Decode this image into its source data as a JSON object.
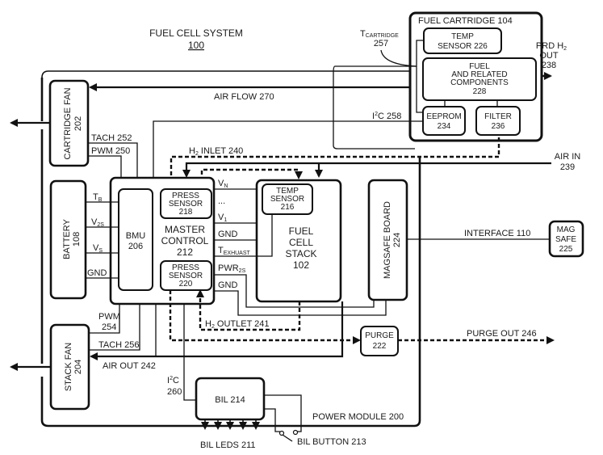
{
  "title": {
    "name": "FUEL CELL SYSTEM",
    "ref": "100"
  },
  "blocks": {
    "fuel_cartridge": {
      "label": "FUEL CARTRIDGE 104"
    },
    "temp_sensor_226": {
      "line1": "TEMP",
      "line2": "SENSOR 226"
    },
    "fuel_components": {
      "line1": "FUEL",
      "line2": "AND RELATED",
      "line3": "COMPONENTS",
      "line4": "228"
    },
    "eeprom": {
      "line1": "EEPROM",
      "line2": "234"
    },
    "filter": {
      "line1": "FILTER",
      "line2": "236"
    },
    "cartridge_fan": {
      "line1": "CARTRIDGE FAN",
      "line2": "202"
    },
    "battery": {
      "line1": "BATTERY",
      "line2": "108"
    },
    "bmu": {
      "line1": "BMU",
      "line2": "206"
    },
    "master_control": {
      "line1": "MASTER",
      "line2": "CONTROL",
      "line3": "212"
    },
    "press_sensor_218": {
      "line1": "PRESS",
      "line2": "SENSOR",
      "line3": "218"
    },
    "press_sensor_220": {
      "line1": "PRESS",
      "line2": "SENSOR",
      "line3": "220"
    },
    "temp_sensor_216": {
      "line1": "TEMP",
      "line2": "SENSOR",
      "line3": "216"
    },
    "fuel_cell_stack": {
      "line1": "FUEL",
      "line2": "CELL",
      "line3": "STACK",
      "line4": "102"
    },
    "magsafe_board": {
      "line1": "MAGSAFE BOARD",
      "line2": "224"
    },
    "mag_safe": {
      "line1": "MAG",
      "line2": "SAFE",
      "line3": "225"
    },
    "stack_fan": {
      "line1": "STACK FAN",
      "line2": "204"
    },
    "purge": {
      "line1": "PURGE",
      "line2": "222"
    },
    "bil": {
      "label": "BIL 214"
    },
    "power_module": {
      "label": "POWER MODULE 200"
    }
  },
  "signals": {
    "t_cartridge": {
      "main": "T",
      "sub": "CARTRIDGE",
      "ref": "257"
    },
    "prd_h2_out": {
      "line1": "PRD H",
      "sub": "2",
      "line2": "OUT",
      "line3": "238"
    },
    "air_flow": "AIR FLOW 270",
    "i2c_258": {
      "main": "I",
      "sup": "2",
      "rest": "C 258"
    },
    "tach_252": "TACH 252",
    "pwm_250": "PWM 250",
    "h2_inlet": {
      "main": "H",
      "sub": "2",
      "rest": " INLET 240"
    },
    "air_in": {
      "line1": "AIR IN",
      "line2": "239"
    },
    "t_b": {
      "main": "T",
      "sub": "B"
    },
    "v_2s": {
      "main": "V",
      "sub": "2S"
    },
    "v_s": {
      "main": "V",
      "sub": "S"
    },
    "gnd_batt": "GND",
    "v_n": {
      "main": "V",
      "sub": "N"
    },
    "ellipsis": "...",
    "v_1": {
      "main": "V",
      "sub": "1"
    },
    "gnd_1": "GND",
    "t_exhaust": {
      "main": "T",
      "sub": "EXHUAST"
    },
    "pwr_2s": {
      "main": "PWR",
      "sub": "2S"
    },
    "gnd_2": "GND",
    "interface": "INTERFACE 110",
    "pwm_254": {
      "line1": "PWM",
      "line2": "254"
    },
    "tach_256": "TACH 256",
    "h2_outlet": {
      "main": "H",
      "sub": "2",
      "rest": " OUTLET 241"
    },
    "air_out": "AIR OUT 242",
    "purge_out": "PURGE OUT 246",
    "i2c_260": {
      "main": "I",
      "sup": "2",
      "rest": "C",
      "line2": "260"
    },
    "bil_leds": "BIL LEDS 211",
    "bil_button": "BIL BUTTON 213"
  }
}
